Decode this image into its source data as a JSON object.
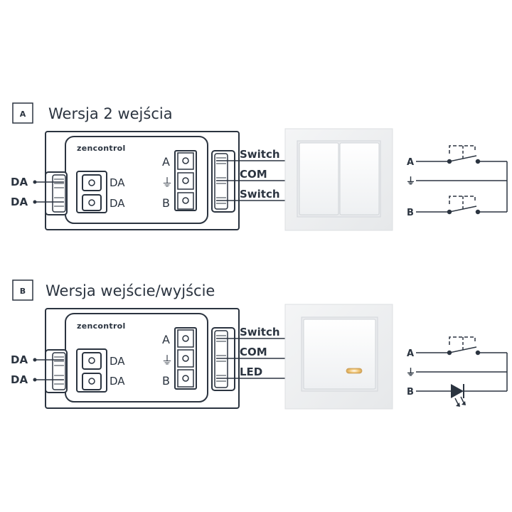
{
  "sections": [
    {
      "badge": "A",
      "title": "Wersja 2 wejścia",
      "brand": "zencontrol",
      "da_port_labels": [
        "DA",
        "DA"
      ],
      "da_outer_labels": [
        "DA",
        "DA"
      ],
      "terminal_labels": [
        "A",
        "⏚",
        "B"
      ],
      "wire_labels": [
        "Switch",
        "COM",
        "Switch"
      ],
      "schematic_labels": [
        "A",
        "⏚",
        "B"
      ],
      "device": "double-rocker-switch"
    },
    {
      "badge": "B",
      "title": "Wersja wejście/wyjście",
      "brand": "zencontrol",
      "da_port_labels": [
        "DA",
        "DA"
      ],
      "da_outer_labels": [
        "DA",
        "DA"
      ],
      "terminal_labels": [
        "A",
        "⏚",
        "B"
      ],
      "wire_labels": [
        "Switch",
        "COM",
        "LED"
      ],
      "schematic_labels": [
        "A",
        "⏚",
        "B"
      ],
      "device": "single-rocker-switch-with-led"
    }
  ],
  "colors": {
    "ink": "#2b3440",
    "plate": "#f1f2f3",
    "plate_edge": "#dcdfe2"
  }
}
